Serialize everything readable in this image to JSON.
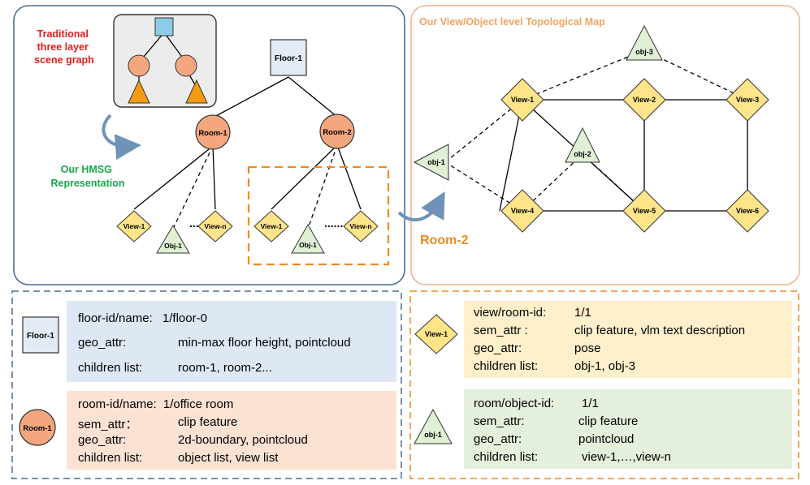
{
  "left_panel": {
    "traditional_label": [
      "Traditional",
      "three layer",
      "scene graph"
    ],
    "hmsg_label": [
      "Our HMSG",
      "Representation"
    ],
    "floor_node": "Floor-1",
    "room1_node": "Room-1",
    "room2_node": "Room-2",
    "view1_node": "View-1",
    "viewn_node": "View-n",
    "obj1_node": "Obj-1",
    "ellipsis": "......",
    "colors": {
      "red_label": "#e01b1b",
      "green_label": "#15a84a",
      "room_fill": "#f4a77f",
      "view_fill": "#ffe48a",
      "obj_fill": "#dff0d5",
      "floor_fill": "#e3ecf6",
      "orange_dash": "#f08a1e",
      "blue_border": "#4a6f94"
    }
  },
  "right_panel": {
    "title": "Our View/Object  level Topological Map",
    "room_label": "Room-2",
    "views": [
      "View-1",
      "View-2",
      "View-3",
      "View-4",
      "View-5",
      "View-6"
    ],
    "objects": [
      "obj-1",
      "obj-2",
      "obj-3"
    ]
  },
  "bottom_left": {
    "floor_icon": "Floor-1",
    "floor_info": [
      {
        "label": "floor-id/name:",
        "value": "1/floor-0"
      },
      {
        "label": "geo_attr:",
        "value": "min-max floor height, pointcloud"
      },
      {
        "label": "children list:",
        "value": "room-1,  room-2..."
      }
    ],
    "room_icon": "Room-1",
    "room_info": [
      {
        "label": "room-id/name:",
        "value": "1/office room"
      },
      {
        "label": "sem_attr：",
        "value": "clip feature"
      },
      {
        "label": "geo_attr:",
        "value": "2d-boundary, pointcloud"
      },
      {
        "label": "children list:",
        "value": "object list, view list"
      }
    ]
  },
  "bottom_right": {
    "view_icon": "View-1",
    "view_info": [
      {
        "label": "view/room-id:",
        "value": "1/1"
      },
      {
        "label": "sem_attr :",
        "value": "clip feature, vlm text description"
      },
      {
        "label": "geo_attr:",
        "value": "pose"
      },
      {
        "label": "children list:",
        "value": "obj-1, obj-3"
      }
    ],
    "obj_icon": "obj-1",
    "obj_info": [
      {
        "label": "room/object-id:",
        "value": "1/1"
      },
      {
        "label": "sem_attr:",
        "value": "clip feature"
      },
      {
        "label": "geo_attr:",
        "value": "pointcloud"
      },
      {
        "label": "children list:",
        "value": "view-1,…,view-n"
      }
    ]
  }
}
